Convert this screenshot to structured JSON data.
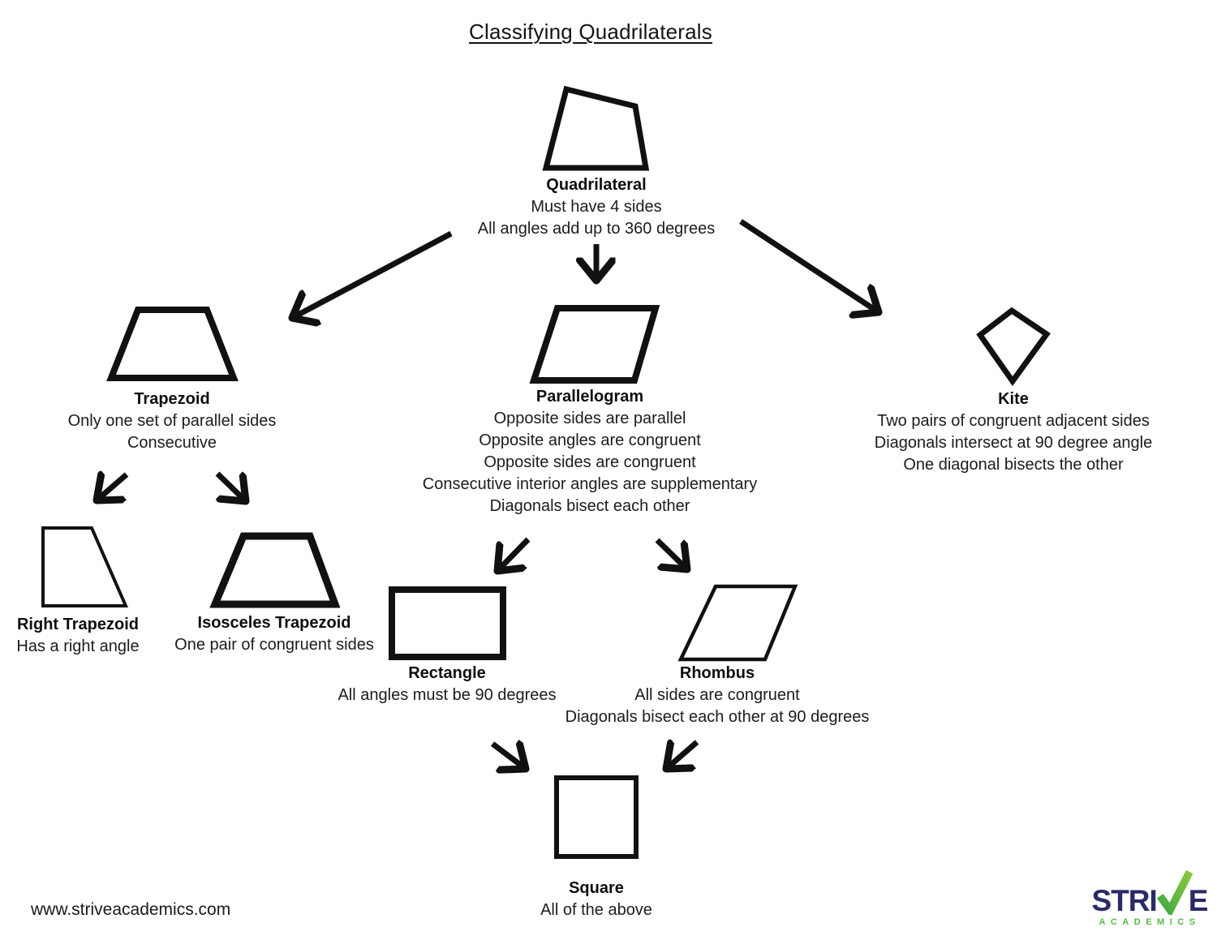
{
  "title": "Classifying Quadrilaterals",
  "colors": {
    "ink": "#111111",
    "background": "#ffffff",
    "logo_navy": "#282b67",
    "logo_green": "#56b947",
    "check_green_light": "#8dc63f",
    "check_green_dark": "#3faa44"
  },
  "nodes": {
    "quadrilateral": {
      "label": "Quadrilateral",
      "lines": [
        "Must have 4 sides",
        "All angles add up to 360 degrees"
      ]
    },
    "trapezoid": {
      "label": "Trapezoid",
      "lines": [
        "Only one set of parallel sides",
        "Consecutive"
      ]
    },
    "parallelogram": {
      "label": "Parallelogram",
      "lines": [
        "Opposite sides are parallel",
        "Opposite angles are congruent",
        "Opposite sides are congruent",
        "Consecutive interior angles are supplementary",
        "Diagonals bisect each other"
      ]
    },
    "kite": {
      "label": "Kite",
      "lines": [
        "Two pairs of congruent adjacent sides",
        "Diagonals intersect at 90 degree angle",
        "One diagonal bisects the other"
      ]
    },
    "right_trapezoid": {
      "label": "Right Trapezoid",
      "lines": [
        "Has a right angle"
      ]
    },
    "isosceles_trapezoid": {
      "label": "Isosceles Trapezoid",
      "lines": [
        "One pair of congruent sides"
      ]
    },
    "rectangle": {
      "label": "Rectangle",
      "lines": [
        "All angles must be 90 degrees"
      ]
    },
    "rhombus": {
      "label": "Rhombus",
      "lines": [
        "All sides are congruent",
        "Diagonals bisect each other at 90 degrees"
      ]
    },
    "square": {
      "label": "Square",
      "lines": [
        "All of the above"
      ]
    }
  },
  "footer": {
    "url": "www.striveacademics.com"
  },
  "logo": {
    "word": "STRIVE",
    "part1": "STRI",
    "part2": "E",
    "subtitle": "ACADEMICS"
  }
}
